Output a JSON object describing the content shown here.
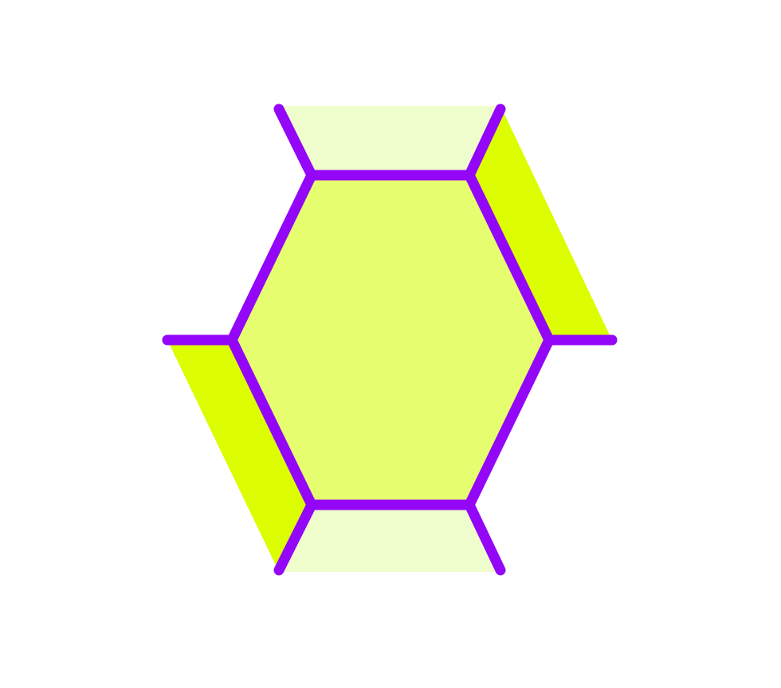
{
  "figure": {
    "description_shapes": [
      "central-hexagon",
      "top-trapezoid",
      "bottom-trapezoid",
      "right-parallelogram",
      "left-parallelogram"
    ],
    "colors": {
      "background": "#ffffff",
      "hexagon_fill": "#e5fd6e",
      "trapezoid_fill": "#effccc",
      "parallelogram_fill": "#dcfd02",
      "edge_stroke": "#9306f7"
    }
  }
}
